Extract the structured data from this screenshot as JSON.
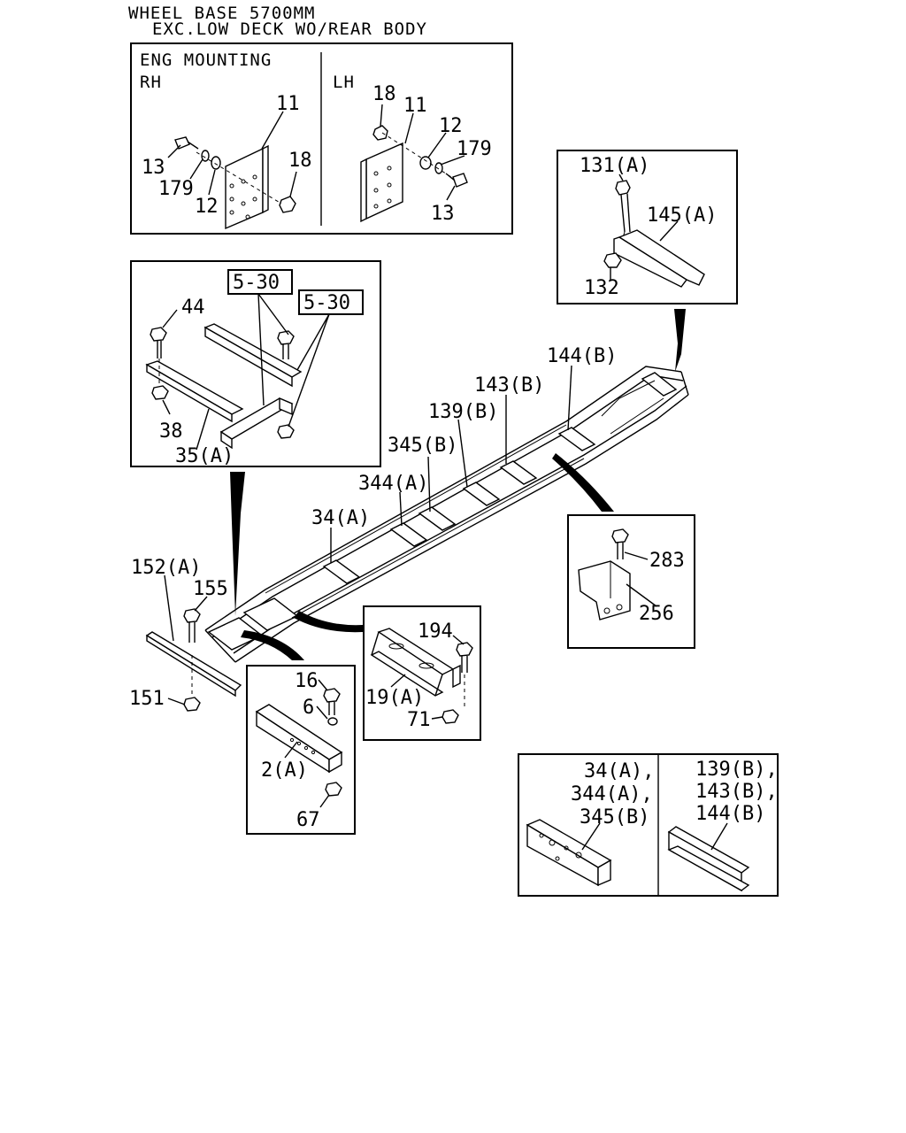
{
  "header": {
    "line1": "WHEEL BASE 5700MM",
    "line2": "EXC.LOW DECK WO/REAR BODY"
  },
  "eng_mounting": {
    "title": "ENG MOUNTING",
    "rh": "RH",
    "lh": "LH",
    "rh_labels": [
      "11",
      "13",
      "179",
      "12",
      "18"
    ],
    "lh_labels": [
      "18",
      "11",
      "12",
      "179",
      "13"
    ]
  },
  "crossmember_box": {
    "refs": [
      "5-30",
      "5-30"
    ],
    "labels": [
      "44",
      "38",
      "35(A)"
    ]
  },
  "rear_box": {
    "labels": [
      "131(A)",
      "145(A)",
      "132"
    ]
  },
  "frame_labels": [
    "144(B)",
    "143(B)",
    "139(B)",
    "345(B)",
    "344(A)",
    "34(A)"
  ],
  "side_rail_labels": [
    "152(A)",
    "155",
    "151"
  ],
  "bracket_box": {
    "labels": [
      "283",
      "256"
    ]
  },
  "front_box": {
    "labels": [
      "16",
      "6",
      "2(A)",
      "67"
    ]
  },
  "mid_box": {
    "labels": [
      "194",
      "19(A)",
      "71"
    ]
  },
  "legend_box": {
    "left_labels": [
      "34(A),",
      "344(A),",
      "345(B)"
    ],
    "right_labels": [
      "139(B),",
      "143(B),",
      "144(B)"
    ]
  }
}
